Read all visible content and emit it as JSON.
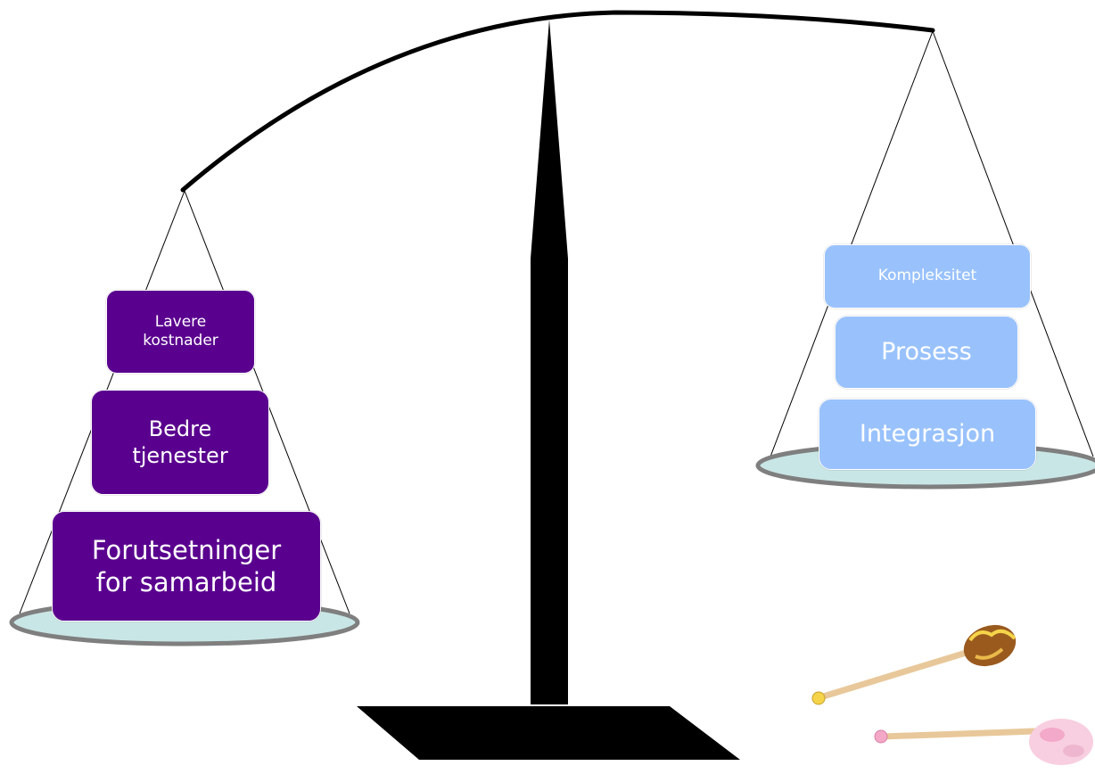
{
  "left_pan": {
    "labels": [
      "Lavere kostnader",
      "Bedre tjenester",
      "Forutsetninger for samarbeid"
    ],
    "lines": {
      "lavere": [
        "Lavere",
        "kostnader"
      ],
      "bedre": [
        "Bedre",
        "tjenester"
      ],
      "forut": [
        "Forutsetninger",
        "for samarbeid"
      ]
    },
    "box_color": "#5a008f"
  },
  "right_pan": {
    "labels": [
      "Kompleksitet",
      "Prosess",
      "Integrasjon"
    ],
    "box_color": "#99c2fc"
  },
  "pan_color": "#c9e6e6",
  "pan_rim_color": "#7f7f7f",
  "decorations": [
    "honey-dipper-icon",
    "candy-stick-icon"
  ]
}
